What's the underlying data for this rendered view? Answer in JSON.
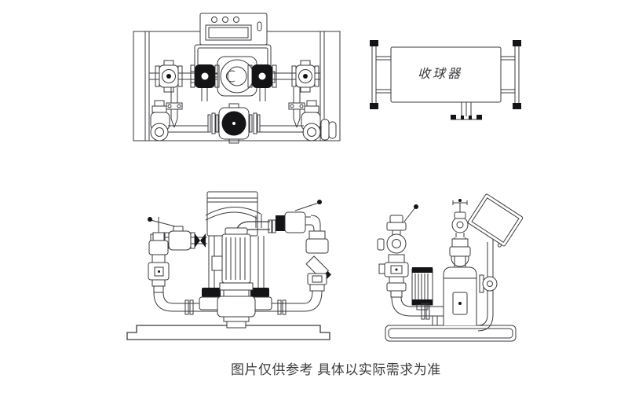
{
  "caption": {
    "text": "图片仅供参考 具体以实际需求为准"
  },
  "drawings": {
    "skid_front": {
      "name": "pipeline-metering-skid-front-view"
    },
    "ball_receiver": {
      "name": "ball-receiver-vessel",
      "label": "收球器"
    },
    "pump_set_front": {
      "name": "vertical-pump-set-front-view"
    },
    "pump_set_side": {
      "name": "pump-set-side-view-with-control-panel"
    }
  },
  "colors": {
    "line": "#3a3a3e",
    "accent_fill": "#141417",
    "caption_text": "#3c3c3c",
    "background": "#ffffff"
  }
}
